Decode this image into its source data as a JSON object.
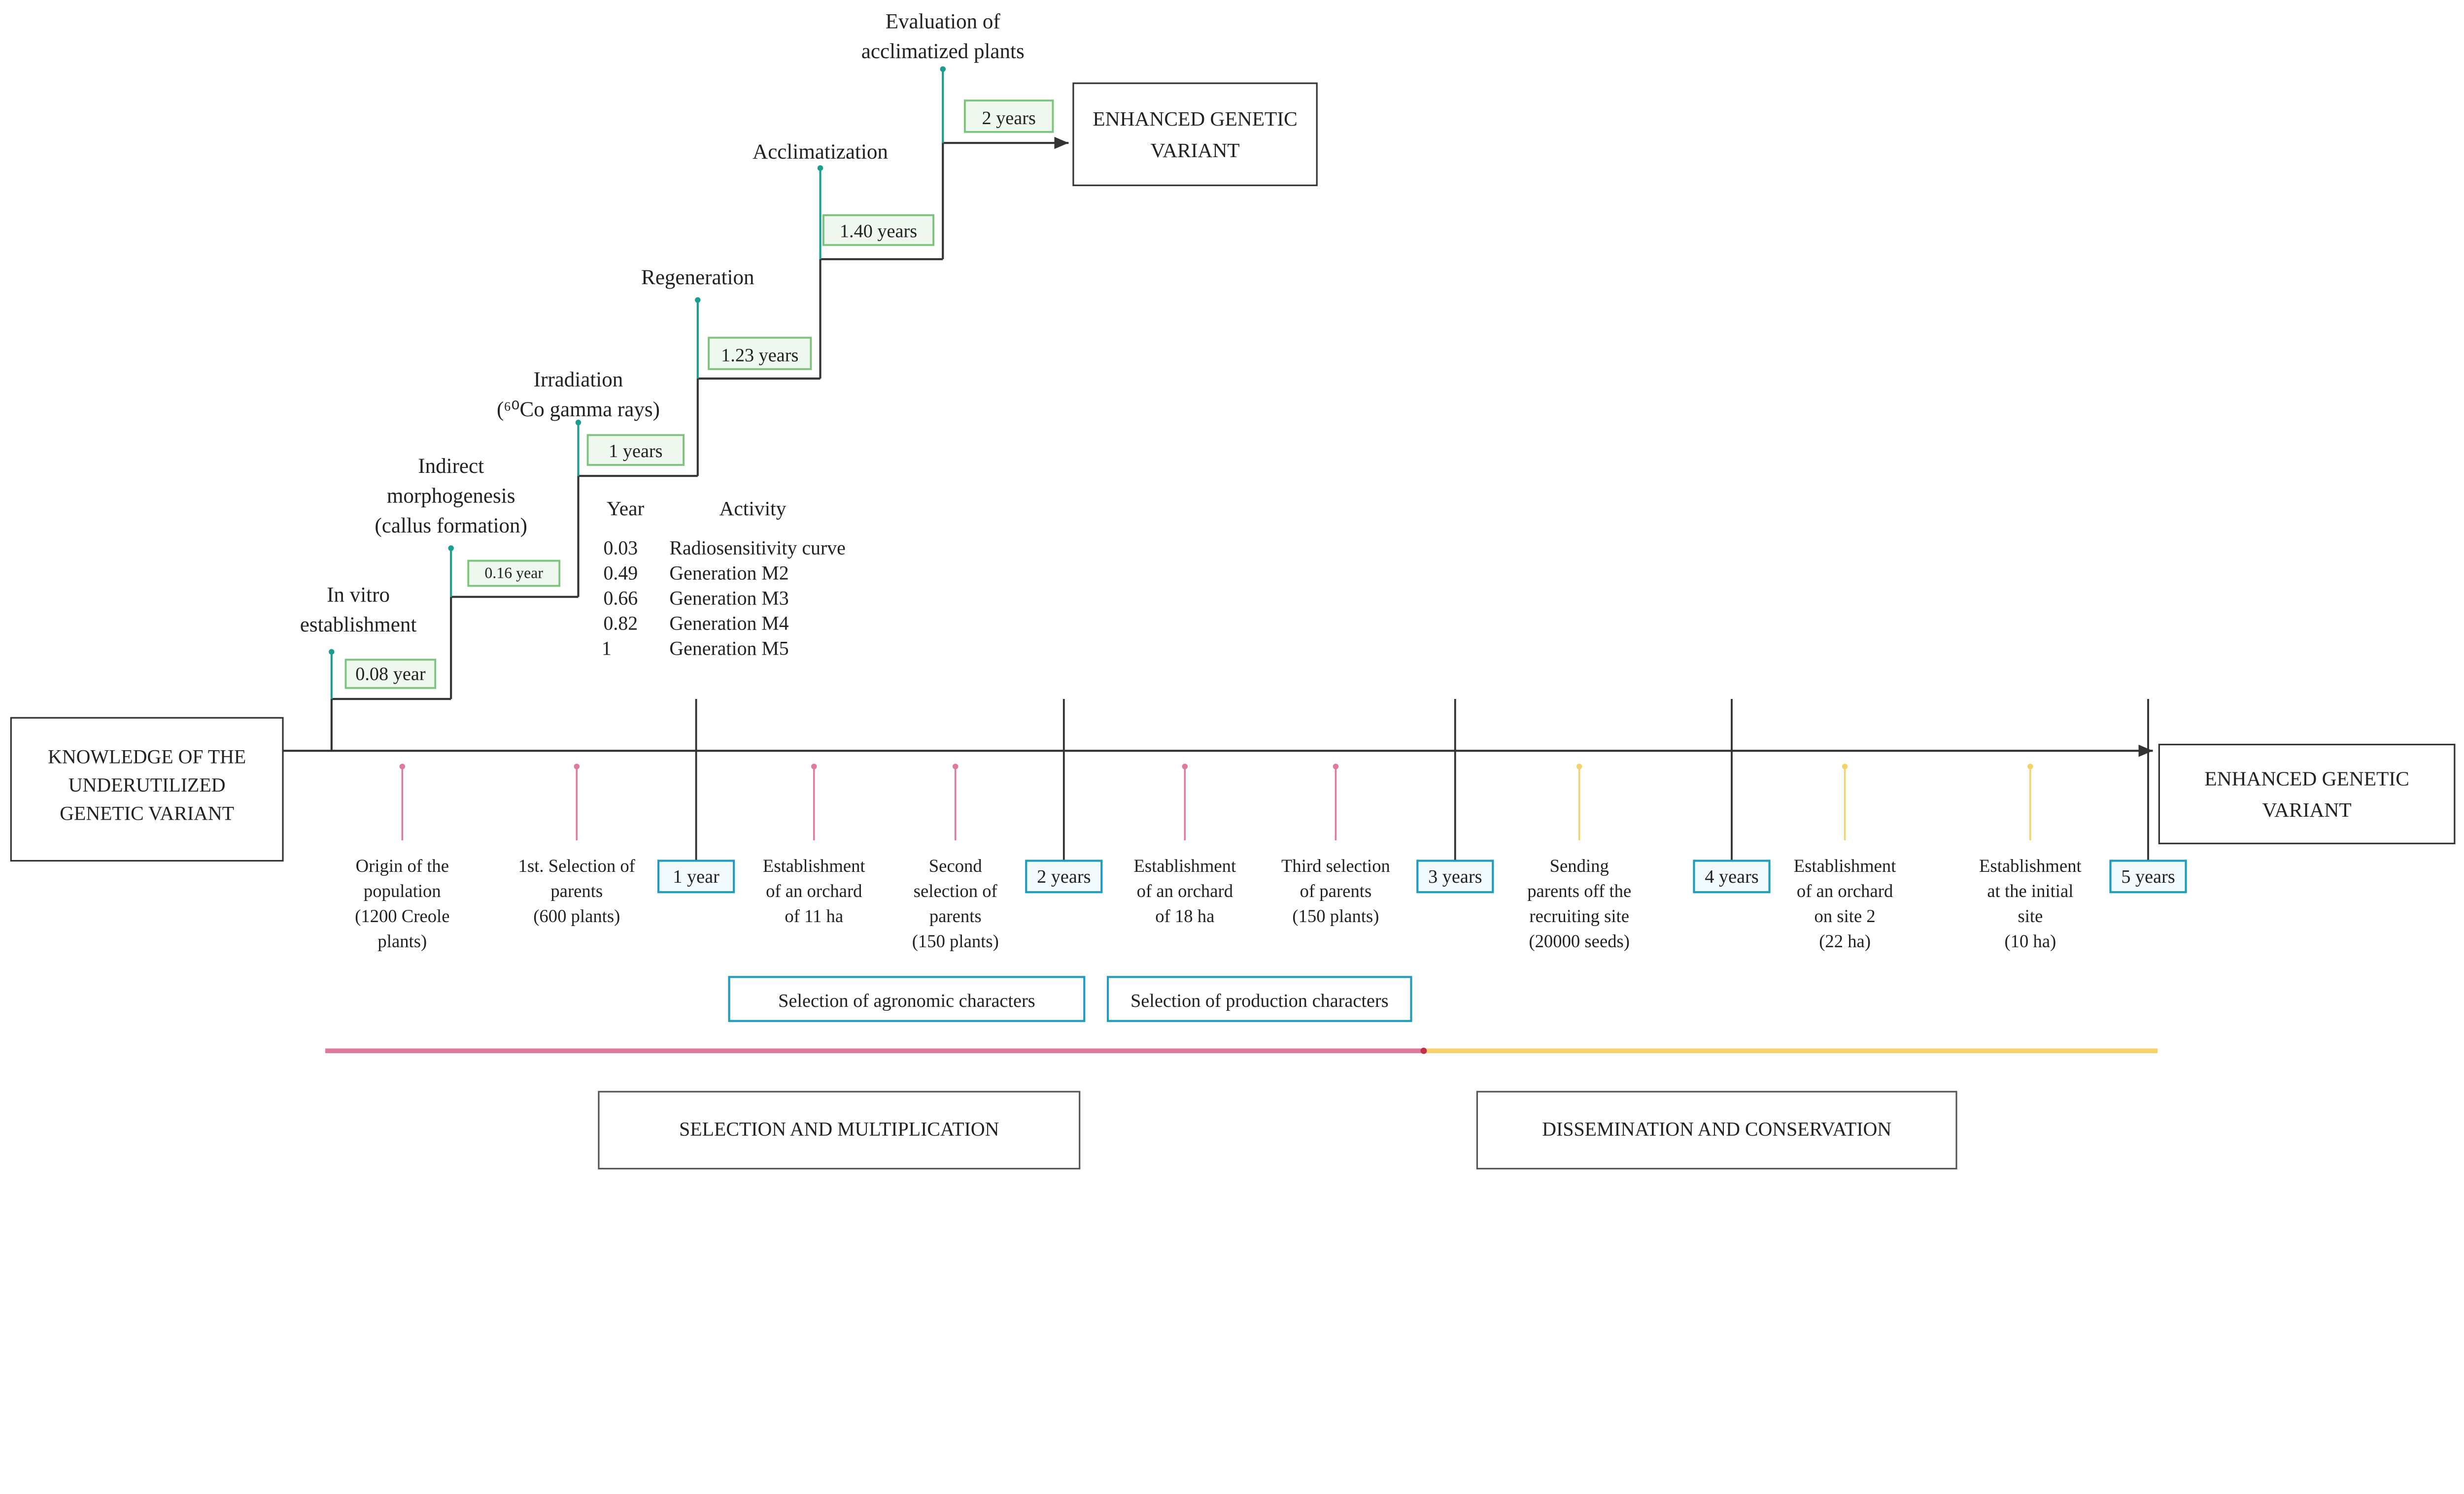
{
  "colors": {
    "line": "#333333",
    "teal": "#1a9e8f",
    "green": "#7cc47c",
    "green_fill": "#eef8ee",
    "blue": "#1f9bbf",
    "blue_fill": "#f1fafc",
    "pink": "#e07a9a",
    "yellow": "#f5d36a"
  },
  "start_box": [
    "KNOWLEDGE OF THE",
    "UNDERUTILIZED",
    "GENETIC VARIANT"
  ],
  "end_box": [
    "ENHANCED GENETIC",
    "VARIANT"
  ],
  "top_end_box": [
    "ENHANCED GENETIC",
    "VARIANT"
  ],
  "stages": [
    {
      "label": [
        "In vitro",
        "establishment"
      ],
      "duration": "0.08 year"
    },
    {
      "label": [
        "Indirect",
        "morphogenesis",
        "(callus formation)"
      ],
      "duration": "0.16 year"
    },
    {
      "label": [
        "Irradiation",
        "(⁶⁰Co gamma rays)"
      ],
      "duration": "1 years"
    },
    {
      "label": [
        "Regeneration"
      ],
      "duration": "1.23  years"
    },
    {
      "label": [
        "Acclimatization"
      ],
      "duration": "1.40  years"
    },
    {
      "label": [
        "Evaluation of",
        "acclimatized plants"
      ],
      "duration": "2  years"
    }
  ],
  "irradiation_table": {
    "headers": [
      "Year",
      "Activity"
    ],
    "rows": [
      [
        "0.03",
        "Radiosensitivity curve"
      ],
      [
        "0.49",
        "Generation M2"
      ],
      [
        "0.66",
        "Generation M3"
      ],
      [
        "0.82",
        "Generation M4"
      ],
      [
        "1",
        "Generation M5"
      ]
    ]
  },
  "year_markers": [
    "1 year",
    "2 years",
    "3 years",
    "4 years",
    "5 years"
  ],
  "activities": [
    {
      "phase": "selection",
      "lines": [
        "Origin of the",
        "population",
        "(1200 Creole",
        "plants)"
      ]
    },
    {
      "phase": "selection",
      "lines": [
        "1st. Selection of",
        "parents",
        "(600 plants)"
      ]
    },
    {
      "phase": "selection",
      "lines": [
        "Establishment",
        "of an orchard",
        "of 11 ha"
      ]
    },
    {
      "phase": "selection",
      "lines": [
        "Second",
        "selection of",
        "parents",
        "(150 plants)"
      ]
    },
    {
      "phase": "selection",
      "lines": [
        "Establishment",
        "of an orchard",
        "of 18 ha"
      ]
    },
    {
      "phase": "selection",
      "lines": [
        "Third selection",
        "of parents",
        "(150 plants)"
      ]
    },
    {
      "phase": "dissemination",
      "lines": [
        "Sending",
        "parents off the",
        "recruiting site",
        "(20000 seeds)"
      ]
    },
    {
      "phase": "dissemination",
      "lines": [
        "Establishment",
        "of an orchard",
        "on site 2",
        "(22 ha)"
      ]
    },
    {
      "phase": "dissemination",
      "lines": [
        "Establishment",
        "at the initial",
        "site",
        "(10 ha)"
      ]
    }
  ],
  "character_boxes": [
    "Selection of agronomic characters",
    "Selection of production characters"
  ],
  "phases": [
    "SELECTION AND MULTIPLICATION",
    "DISSEMINATION AND CONSERVATION"
  ]
}
